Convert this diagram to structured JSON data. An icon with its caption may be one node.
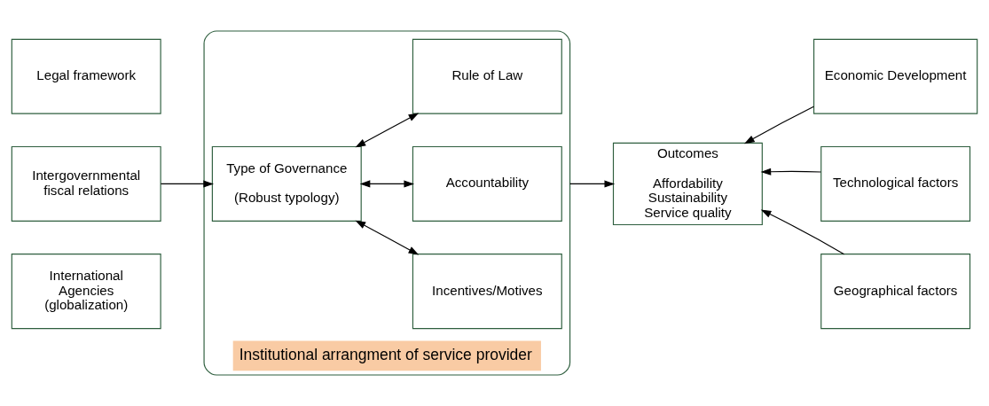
{
  "diagram": {
    "nodes": [
      {
        "text": [
          "Legal framework"
        ]
      },
      {
        "text": [
          "Intergovernmental fiscal relations"
        ]
      },
      {
        "text": [
          "International Agencies (globalization)"
        ]
      },
      {
        "text": [
          "Institutional arrangment of service provider"
        ]
      },
      {
        "text": [
          "Type of Governance",
          "(Robust typology)"
        ],
        "in": 3
      },
      {
        "text": [
          "Incentives/Motives"
        ],
        "in": 3
      },
      {
        "text": [
          "Accountability"
        ],
        "in": 3
      },
      {
        "text": [
          "Rule of Law"
        ],
        "in": 3
      },
      {
        "text": [
          "Outcomes",
          "Affordability",
          "Sustainability",
          "Service quality"
        ]
      },
      {
        "text": [
          "Economic Development"
        ]
      },
      {
        "text": [
          "Technological factors"
        ]
      },
      {
        "text": [
          "Geographical factors"
        ]
      }
    ],
    "edges": [
      {
        "from": 1,
        "to": 4,
        "arrow": "to"
      },
      {
        "from": 4,
        "to": 5,
        "arrow": "both"
      },
      {
        "from": 4,
        "to": 6,
        "arrow": "both"
      },
      {
        "from": 4,
        "to": 7,
        "arrow": "both"
      },
      {
        "from": 3,
        "to": 8,
        "arrow": "to"
      },
      {
        "from": 9,
        "to": 8,
        "arrow": "to"
      },
      {
        "from": 10,
        "to": 8,
        "arrow": "to"
      },
      {
        "from": 11,
        "to": 8,
        "arrow": "to"
      }
    ]
  }
}
